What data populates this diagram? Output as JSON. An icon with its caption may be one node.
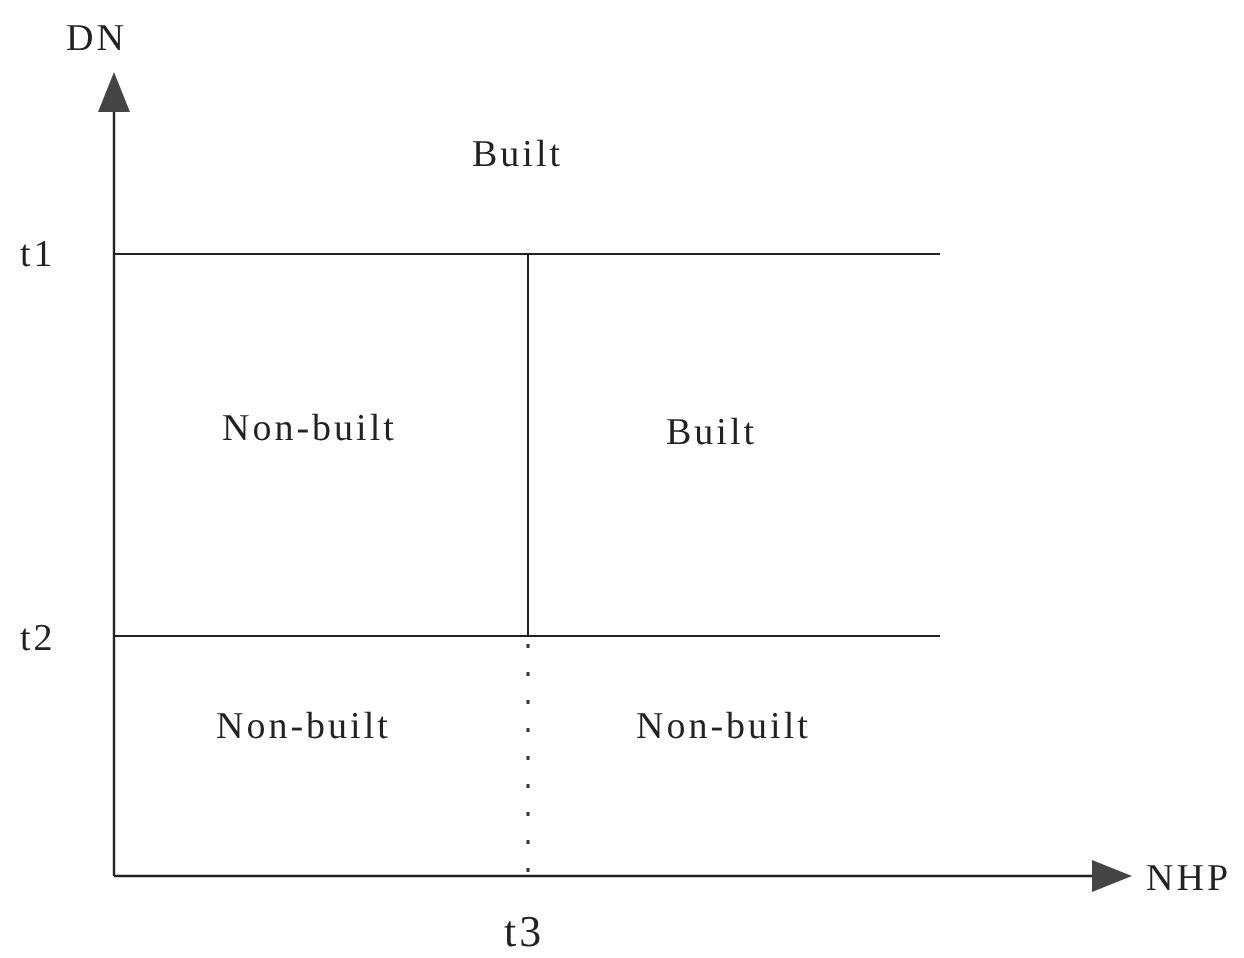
{
  "diagram": {
    "labels": [
      "DN",
      "Built",
      "t1",
      "Non-built",
      "Built",
      "t2",
      "Non-built",
      "Non-built",
      "NHP",
      "t3"
    ]
  }
}
